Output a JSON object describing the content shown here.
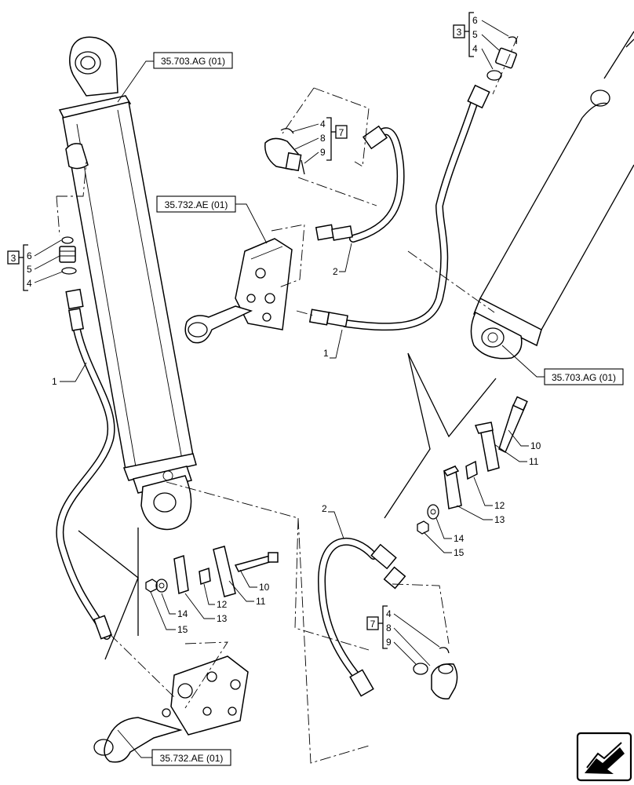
{
  "refs": {
    "cyl_left": "35.703.AG (01)",
    "valve_top": "35.732.AE (01)",
    "cyl_right": "35.703.AG (01)",
    "valve_bottom": "35.732.AE (01)"
  },
  "kit_left": {
    "box": "3",
    "items": [
      "6",
      "5",
      "4"
    ]
  },
  "kit_top_right": {
    "box": "3",
    "items": [
      "6",
      "5",
      "4"
    ]
  },
  "kit_top_center": {
    "box": "7",
    "items": [
      "4",
      "8",
      "9"
    ]
  },
  "kit_bottom_right": {
    "box": "7",
    "items": [
      "4",
      "8",
      "9"
    ]
  },
  "callouts": {
    "hose1_left": "1",
    "hose1_right": "1",
    "hose2_top": "2",
    "hose2_bottom": "2",
    "clamp_right": [
      "10",
      "11",
      "12",
      "13",
      "14",
      "15"
    ],
    "clamp_left": [
      "10",
      "11",
      "12",
      "13",
      "14",
      "15"
    ]
  }
}
